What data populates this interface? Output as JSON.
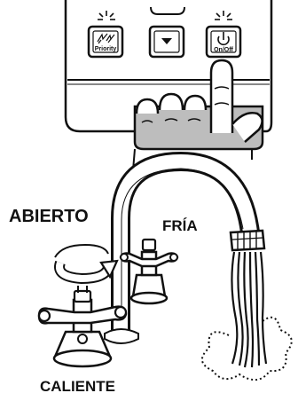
{
  "buttons": {
    "priority_label": "Priority",
    "onoff_label": "On/Off"
  },
  "labels": {
    "open": "ABIERTO",
    "cold": "FRÍA",
    "hot": "CALIENTE"
  },
  "icons": {
    "priority_button": "priority-water-icon",
    "down_button": "down-arrow-icon",
    "power_button": "power-icon",
    "rotation": "open-rotation-arrow-icon"
  }
}
